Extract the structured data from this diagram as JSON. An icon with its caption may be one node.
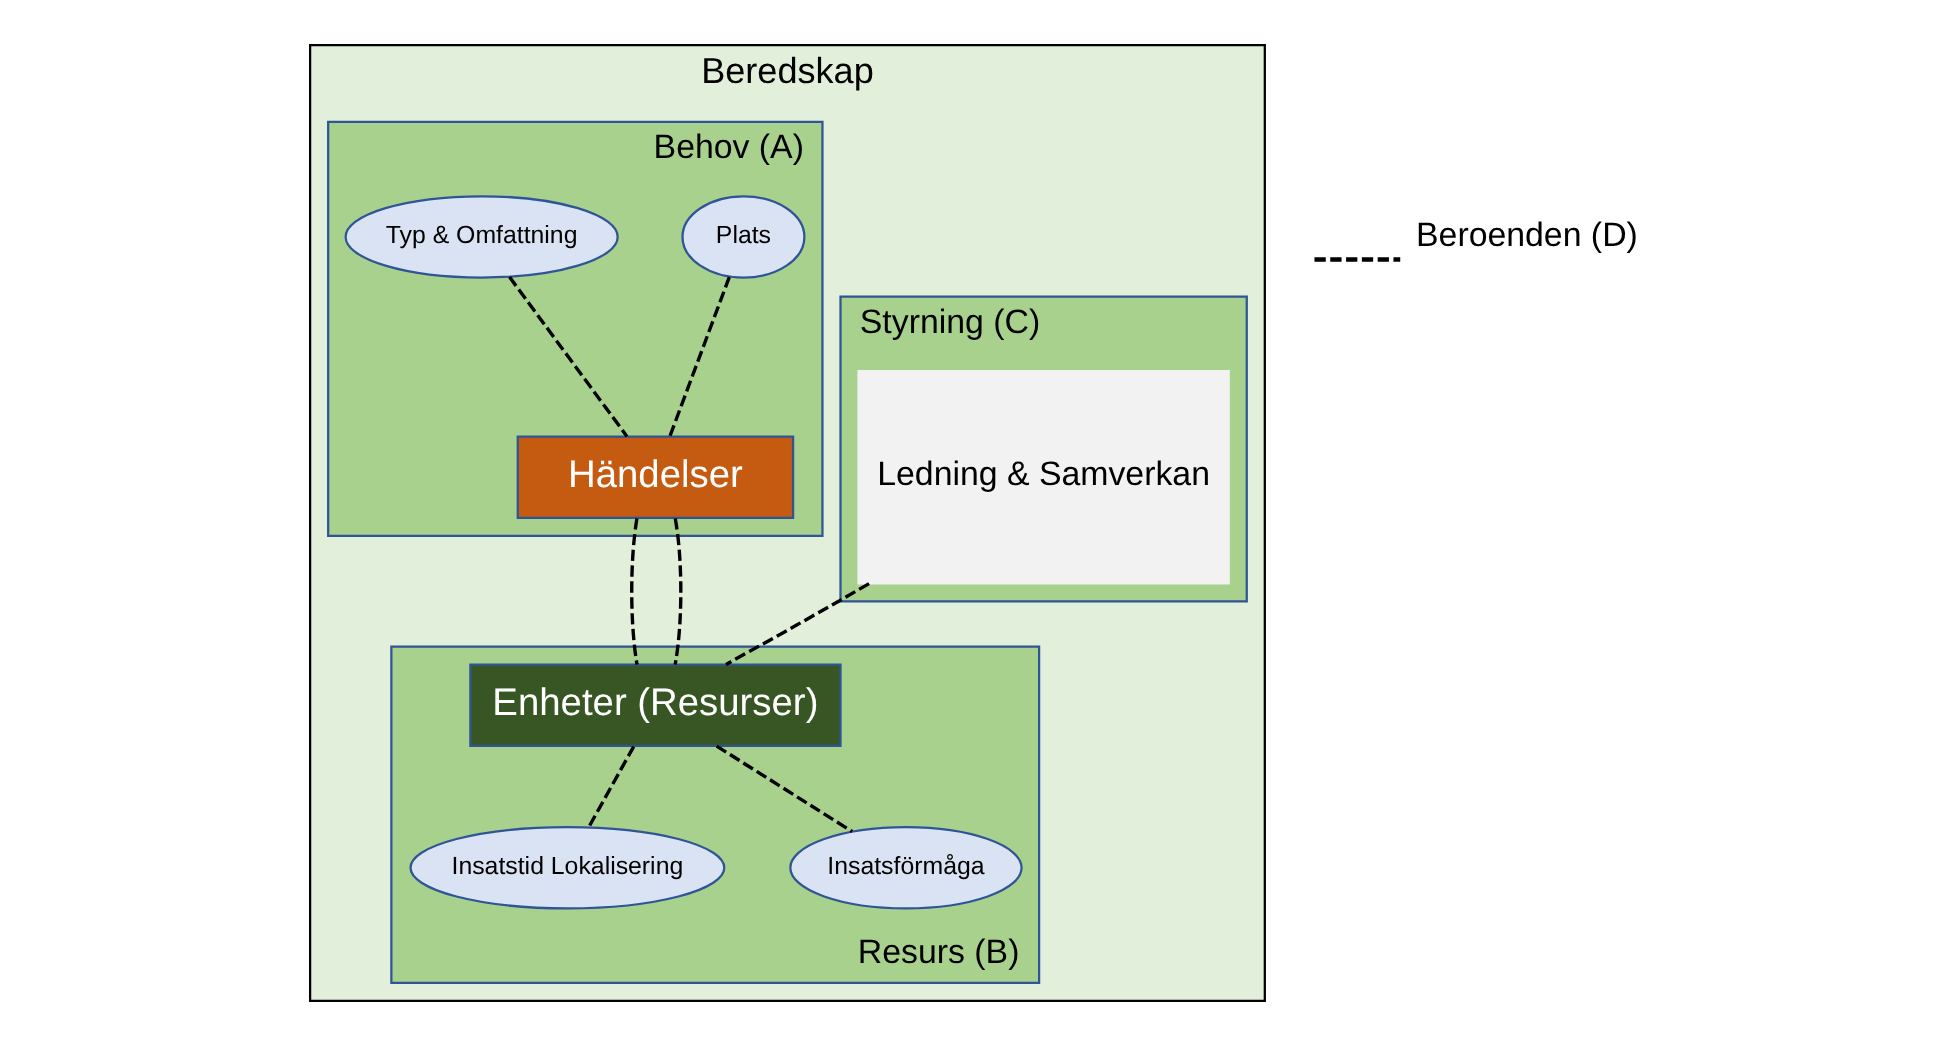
{
  "diagram": {
    "nodes": [
      {
        "text": [
          "Beredskap"
        ]
      },
      {
        "text": [
          "Styrning (C)"
        ],
        "in": 0
      },
      {
        "text": [
          "Ledning & Samverkan"
        ],
        "in": 1
      },
      {
        "text": [
          "Behov (A)"
        ],
        "in": 0
      },
      {
        "text": [
          "Plats"
        ],
        "in": 3
      },
      {
        "text": [
          "Typ & Omfattning"
        ],
        "in": 3
      },
      {
        "text": [
          "Händelser"
        ],
        "in": 3
      },
      {
        "text": [
          "Resurs (B)"
        ],
        "in": 0
      },
      {
        "text": [
          "Enheter (Resurser)"
        ],
        "in": 7
      },
      {
        "text": [
          "Insatstid Lokalisering"
        ],
        "in": 7
      },
      {
        "text": [
          "Insatsförmåga"
        ],
        "in": 7
      }
    ],
    "edges": [
      {
        "from": 4,
        "to": 6,
        "arrow": "none",
        "style": "dashed"
      },
      {
        "from": 5,
        "to": 6,
        "arrow": "none",
        "style": "dashed"
      },
      {
        "from": 6,
        "to": 8,
        "arrow": "none",
        "style": "dashed"
      },
      {
        "from": 6,
        "to": 8,
        "arrow": "none",
        "style": "dashed"
      },
      {
        "from": 2,
        "to": 8,
        "arrow": "none",
        "style": "dashed"
      },
      {
        "from": 8,
        "to": 9,
        "arrow": "none",
        "style": "dashed"
      },
      {
        "from": 8,
        "to": 10,
        "arrow": "none",
        "style": "dashed"
      }
    ],
    "legend": [
      {
        "text": "Beroenden (D)"
      }
    ]
  }
}
